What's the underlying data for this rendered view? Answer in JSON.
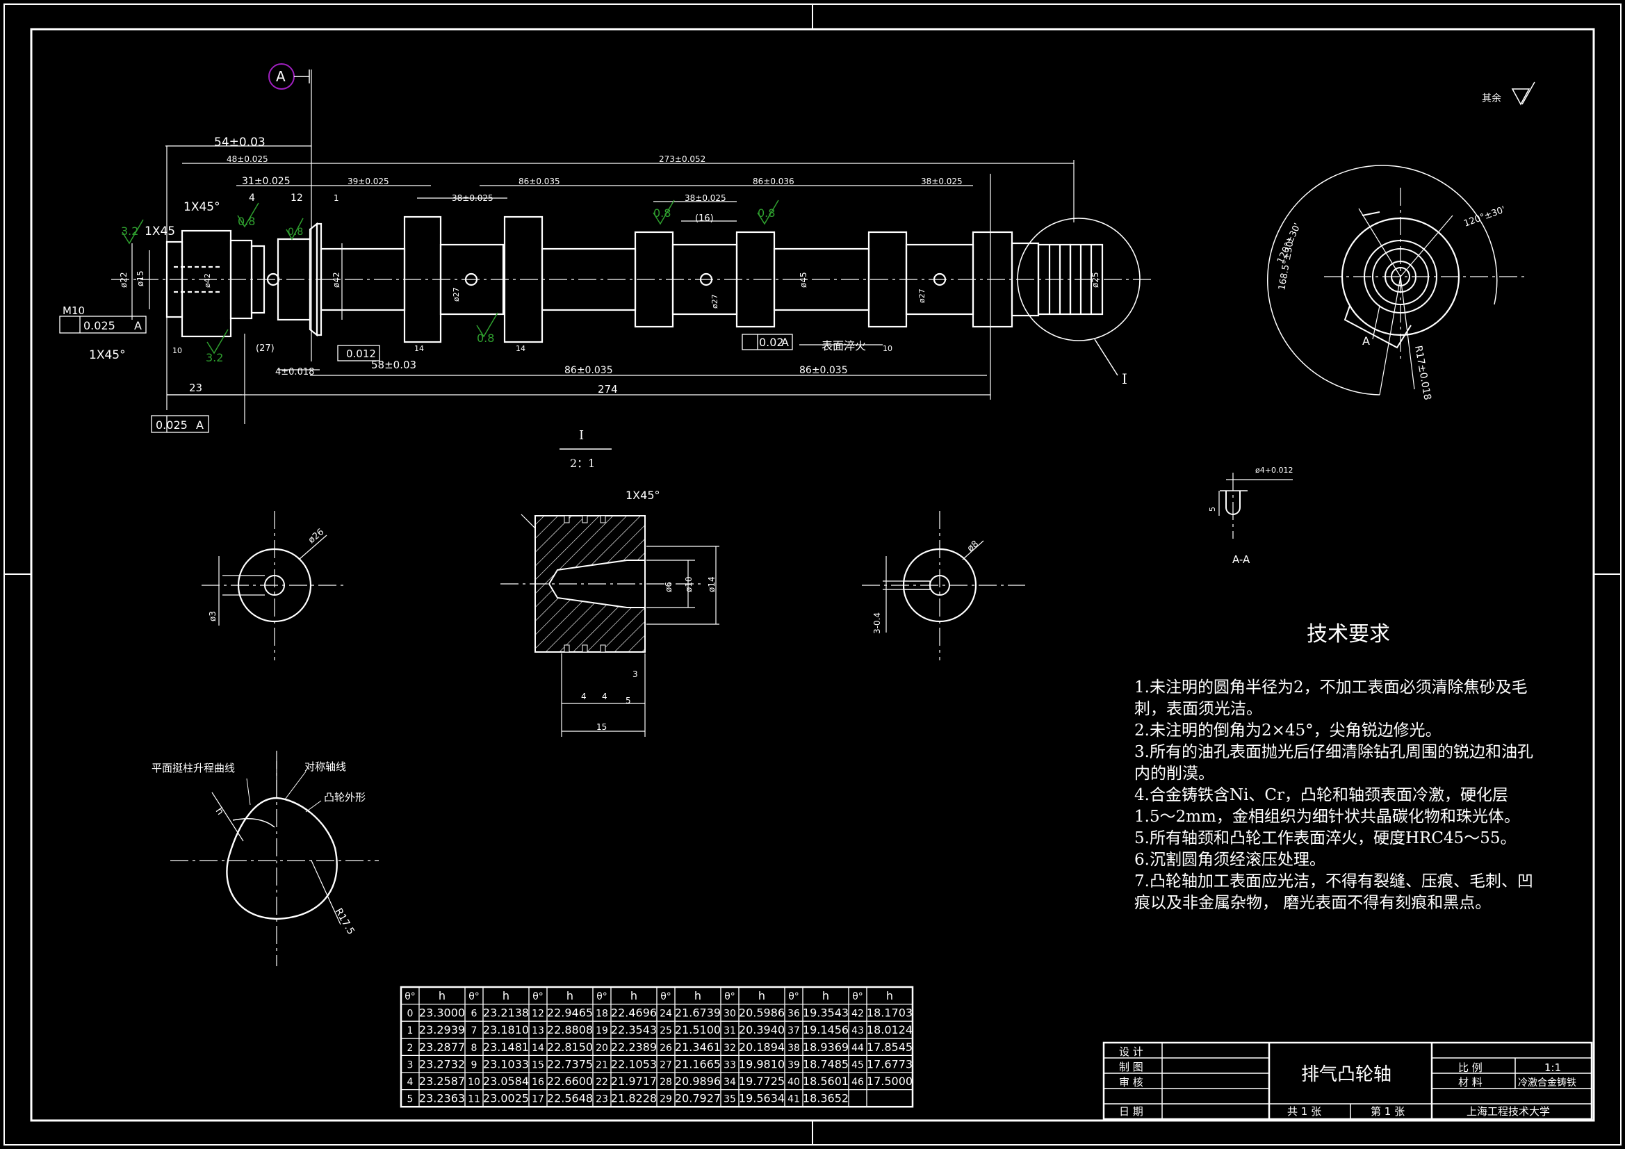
{
  "dims": {
    "d54": "54±0.03",
    "d48": "48±0.025",
    "d273": "273±0.052",
    "d31": "31±0.025",
    "d39": "39±0.025",
    "d38a": "38±0.025",
    "d86a": "86±0.035",
    "d38b": "38±0.025",
    "d86b": "86±0.036",
    "d38c": "38±0.025",
    "d16": "(16)",
    "d4": "4",
    "d12": "12",
    "d1": "1",
    "ch1": "1X45°",
    "ch2": "1X45",
    "ch3": "1X45°",
    "m10": "M10",
    "tol1": "0.025",
    "tolA": "A",
    "d27": "(27)",
    "d4_018": "4±0.018",
    "d58": "58±0.03",
    "d86c": "86±0.035",
    "d86d": "86±0.035",
    "d274": "274",
    "d23": "23",
    "d10": "10",
    "d14a": "14",
    "d14b": "14",
    "d14c": "10",
    "tol2": "0.025",
    "tol2A": "A",
    "tol3": "0.012",
    "tol4": "0.02",
    "tol4A": "A",
    "surface": "表面淬火",
    "r32a": "3.2",
    "r08a": "0.8",
    "r08b": "0.8",
    "r32b": "3.2",
    "r08c": "0.8",
    "r08d": "0.8",
    "r08e": "0.8",
    "phi22": "ø22",
    "phi15": "ø15",
    "phi42": "ø42",
    "phi45": "ø45",
    "phi25": "ø25",
    "phi27a": "ø27",
    "phi27b": "ø27",
    "phi27c": "ø27",
    "phi42b": "ø42",
    "secI": "I",
    "datumA": "A"
  },
  "detail": {
    "title": "I",
    "scale": "2：1",
    "chamfer": "1X45°",
    "d6": "ø6",
    "d10": "ø10",
    "d14": "ø14",
    "w4a": "4",
    "w4b": "4",
    "w5": "5",
    "w3": "3",
    "w15": "15"
  },
  "sections": {
    "phi26": "ø26",
    "phi3": "ø3",
    "phi8": "ø8",
    "d3_04": "3-0.4"
  },
  "cam": {
    "lift": "平面挺柱升程曲线",
    "axis": "对称轴线",
    "profile": "凸轮外形",
    "h": "h",
    "r": "R17.5"
  },
  "endview": {
    "other": "其余",
    "a1": "168.5°±30'",
    "a2": "120°±30'",
    "a3": "120°±30'",
    "r": "R17±0.018",
    "A": "A"
  },
  "aa": {
    "label": "A-A",
    "phi4": "ø4+0.012",
    "d5": "5"
  },
  "tech": {
    "title": "技术要求",
    "lines": [
      "1.未注明的圆角半径为2，不加工表面必须清除焦砂及毛",
      "  刺，表面须光洁。",
      "2.未注明的倒角为2×45°，尖角锐边修光。",
      "3.所有的油孔表面抛光后仔细清除钻孔周围的锐边和油孔",
      "  内的削漠。",
      "4.合金铸铁含Ni、Cr，凸轮和轴颈表面冷激，硬化层",
      "  1.5～2mm，金相组织为细针状共晶碳化物和珠光体。",
      "5.所有轴颈和凸轮工作表面淬火，硬度HRC45～55。",
      "6.沉割圆角须经滚压处理。",
      "7.凸轮轴加工表面应光洁，不得有裂缝、压痕、毛刺、凹",
      "  痕以及非金属杂物，  磨光表面不得有刻痕和黑点。"
    ]
  },
  "table": {
    "headers": [
      "θ°",
      "h",
      "θ°",
      "h",
      "θ°",
      "h",
      "θ°",
      "h",
      "θ°",
      "h",
      "θ°",
      "h",
      "θ°",
      "h",
      "θ°",
      "h"
    ],
    "rows": [
      [
        "0",
        "23.3000",
        "6",
        "23.2138",
        "12",
        "22.9465",
        "18",
        "22.4696",
        "24",
        "21.6739",
        "30",
        "20.5986",
        "36",
        "19.3543",
        "42",
        "18.1703"
      ],
      [
        "1",
        "23.2939",
        "7",
        "23.1810",
        "13",
        "22.8808",
        "19",
        "22.3543",
        "25",
        "21.5100",
        "31",
        "20.3940",
        "37",
        "19.1456",
        "43",
        "18.0124"
      ],
      [
        "2",
        "23.2877",
        "8",
        "23.1481",
        "14",
        "22.8150",
        "20",
        "22.2389",
        "26",
        "21.3461",
        "32",
        "20.1894",
        "38",
        "18.9369",
        "44",
        "17.8545"
      ],
      [
        "3",
        "23.2732",
        "9",
        "23.1033",
        "15",
        "22.7375",
        "21",
        "22.1053",
        "27",
        "21.1665",
        "33",
        "19.9810",
        "39",
        "18.7485",
        "45",
        "17.6773"
      ],
      [
        "4",
        "23.2587",
        "10",
        "23.0584",
        "16",
        "22.6600",
        "22",
        "21.9717",
        "28",
        "20.9896",
        "34",
        "19.7725",
        "40",
        "18.5601",
        "46",
        "17.5000"
      ],
      [
        "5",
        "23.2363",
        "11",
        "23.0025",
        "17",
        "22.5648",
        "23",
        "21.8228",
        "29",
        "20.7927",
        "35",
        "19.5634",
        "41",
        "18.3652",
        "",
        ""
      ]
    ]
  },
  "titleblock": {
    "design": "设 计",
    "drawing": "制 图",
    "review": "审 核",
    "date": "日 期",
    "name": "排气凸轮轴",
    "scale_label": "比 例",
    "scale": "1:1",
    "material_label": "材 料",
    "material": "冷激合金铸铁",
    "sheets": "共 1 张",
    "sheet": "第 1 张",
    "org": "上海工程技术大学"
  }
}
